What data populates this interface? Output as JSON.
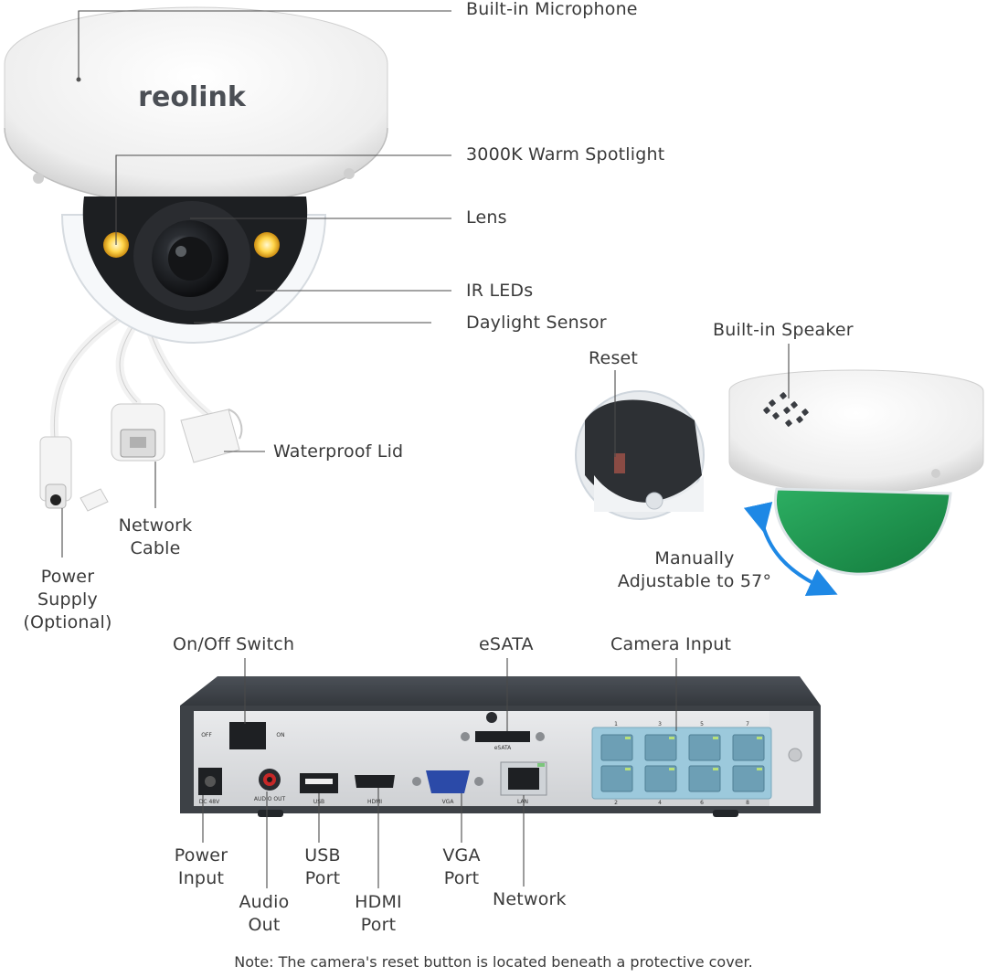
{
  "brand_logo": "reolink",
  "camera_labels": {
    "microphone": "Built-in Microphone",
    "spotlight": "3000K Warm Spotlight",
    "lens": "Lens",
    "ir_leds": "IR LEDs",
    "daylight_sensor": "Daylight Sensor",
    "waterproof_lid": "Waterproof Lid",
    "network_cable": [
      "Network",
      "Cable"
    ],
    "power_supply": [
      "Power",
      "Supply",
      "(Optional)"
    ]
  },
  "dome_labels": {
    "reset": "Reset",
    "speaker": "Built-in Speaker",
    "adjustable": [
      "Manually",
      "Adjustable to 57°"
    ]
  },
  "nvr_labels": {
    "onoff": "On/Off Switch",
    "esata": "eSATA",
    "camera_input": "Camera Input",
    "power_input": [
      "Power",
      "Input"
    ],
    "audio_out": [
      "Audio",
      "Out"
    ],
    "usb_port": [
      "USB",
      "Port"
    ],
    "hdmi_port": [
      "HDMI",
      "Port"
    ],
    "vga_port": [
      "VGA",
      "Port"
    ],
    "network": "Network"
  },
  "panel_print": {
    "off": "OFF",
    "on": "ON",
    "dc": "DC 48V",
    "audio": "AUDIO OUT",
    "usb": "USB",
    "hdmi": "HDMI",
    "vga": "VGA",
    "lan": "LAN",
    "esata": "eSATA",
    "ports_top": [
      "1",
      "3",
      "5",
      "7"
    ],
    "ports_bottom": [
      "2",
      "4",
      "6",
      "8"
    ]
  },
  "note": "Note: The camera's reset button is located beneath a protective cover.",
  "colors": {
    "text": "#3a3a3a",
    "leader_line": "#4a4a4a",
    "arrow": "#1e88e5",
    "warm_led": "#ffd54a",
    "dome_tint": "#1f9a52",
    "port_panel": "#9cc9dc"
  }
}
